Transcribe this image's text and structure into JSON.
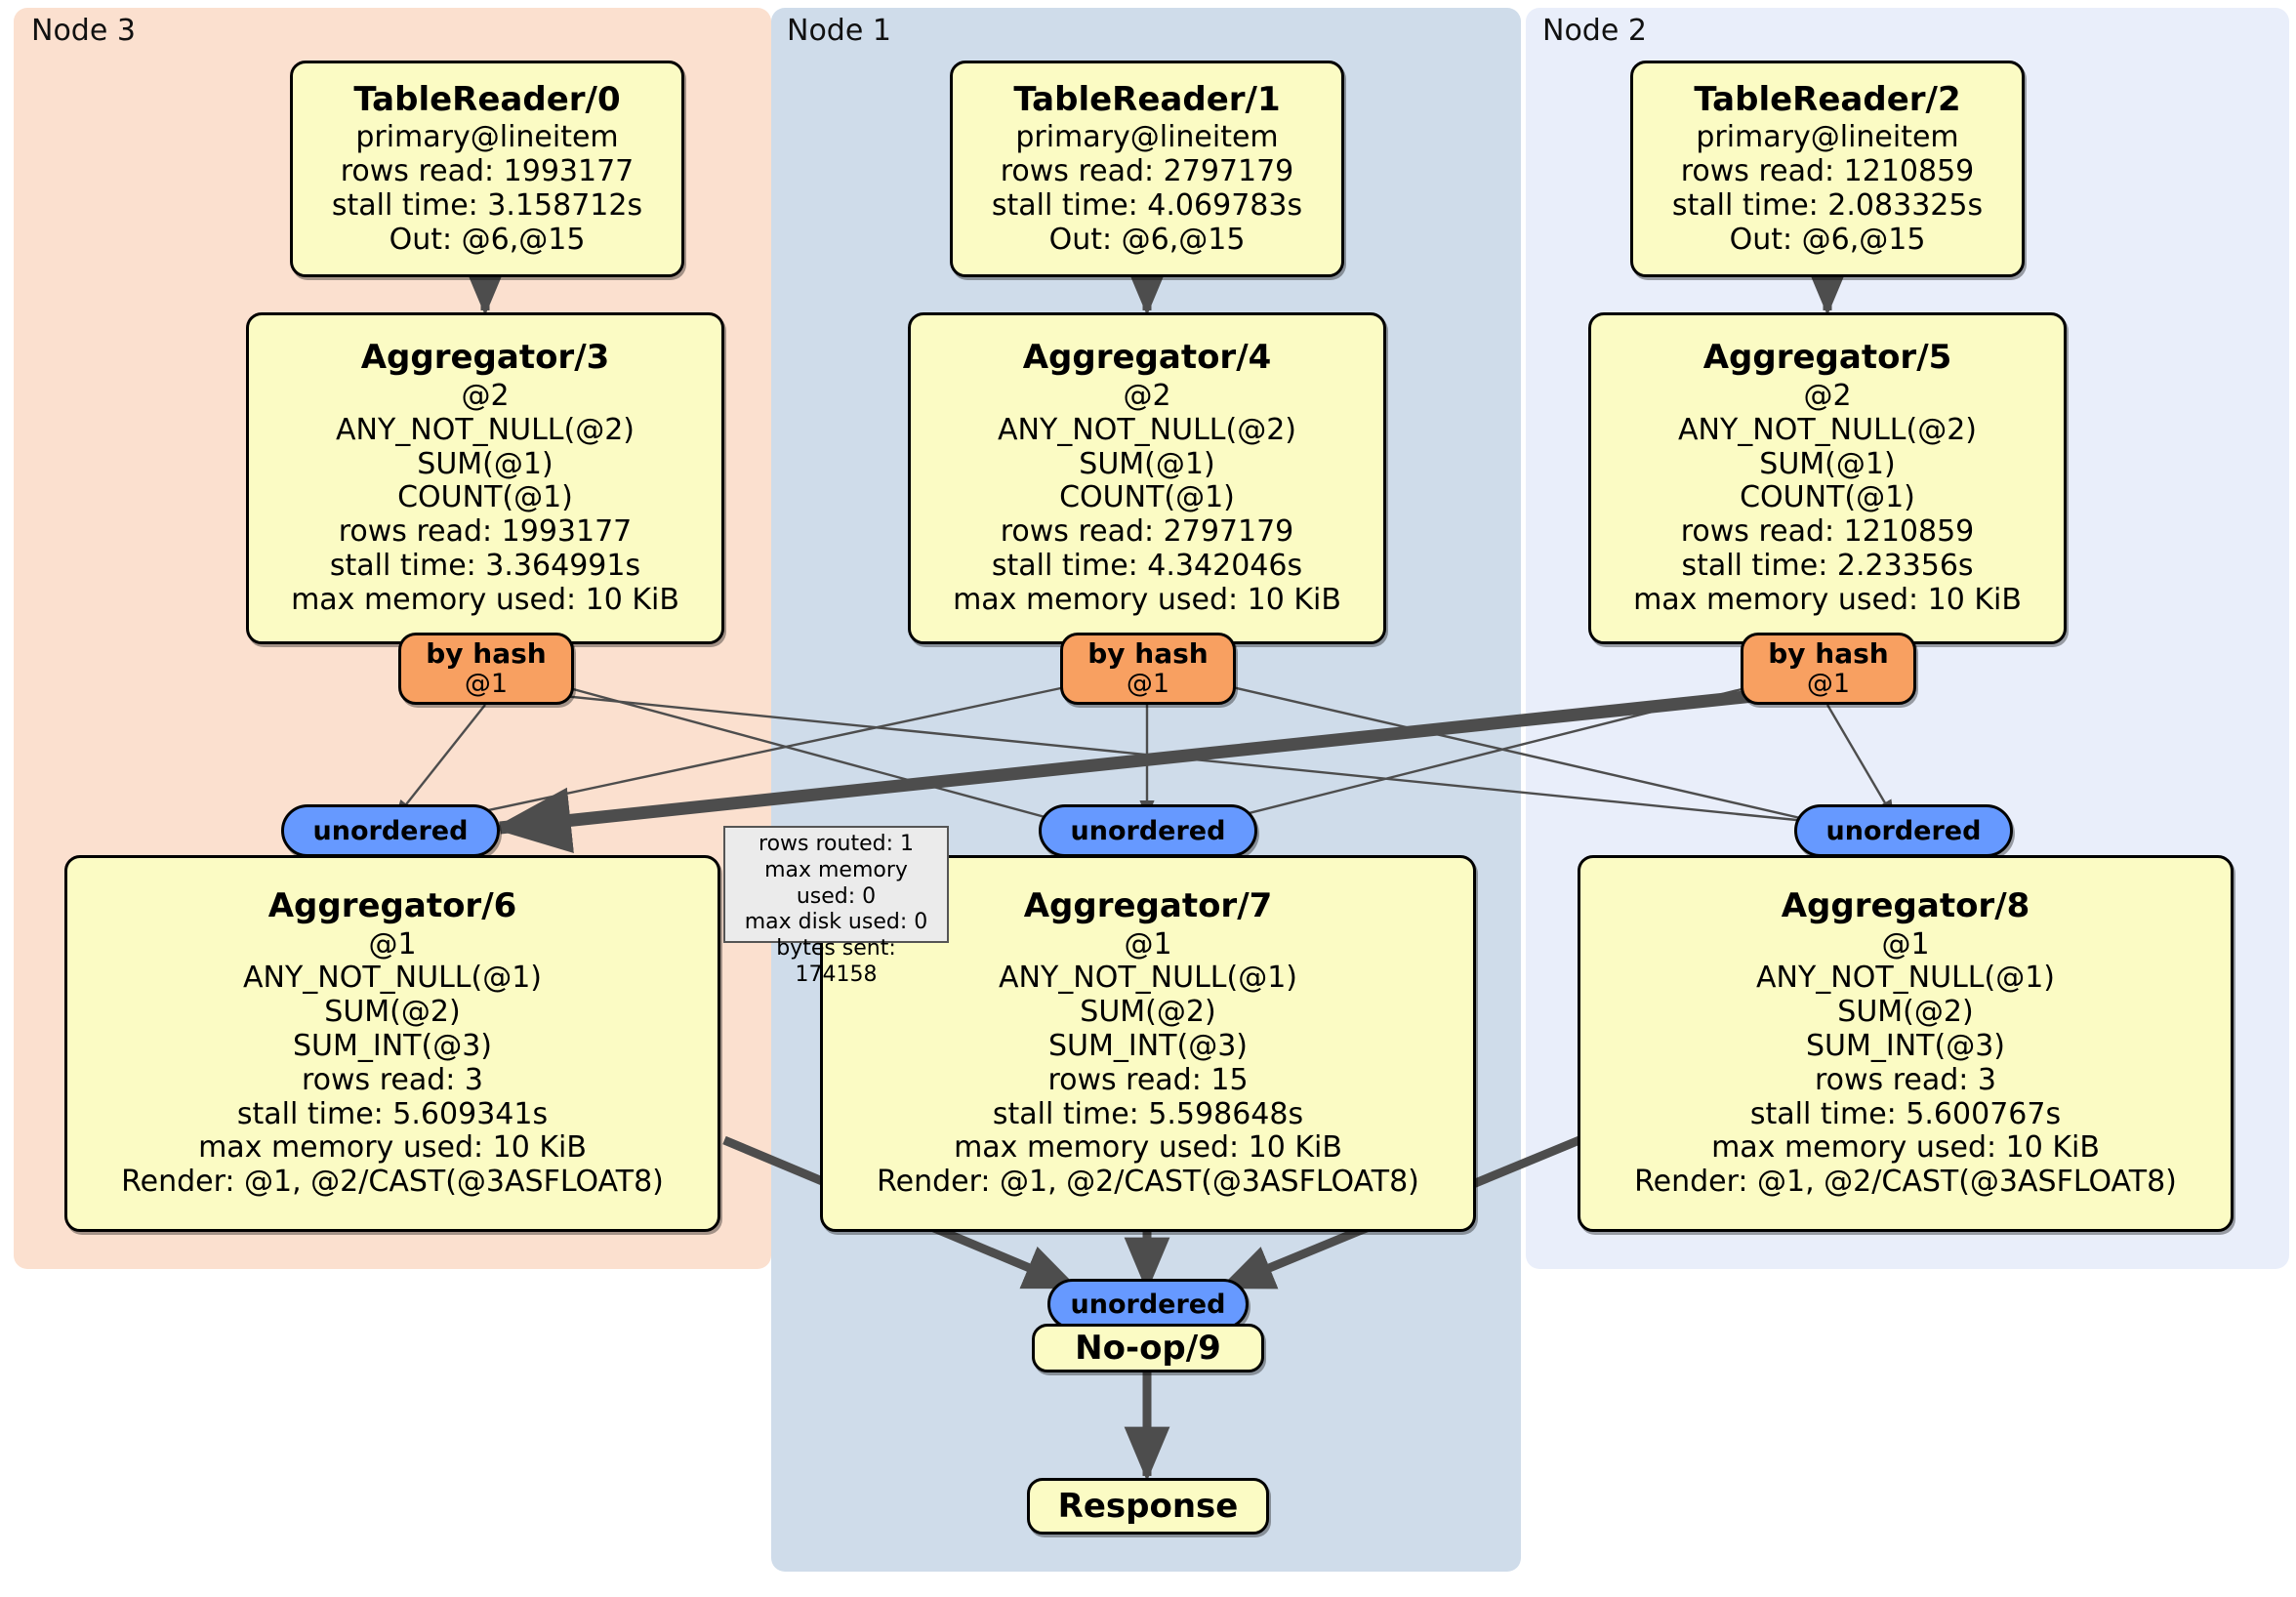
{
  "diagram": {
    "type": "distributed-query-execution-plan",
    "colors": {
      "node3_panel": "#fbe0cf",
      "node1_panel": "#cfdcea",
      "node2_panel": "#e9eefa",
      "processor_fill": "#fbfbc4",
      "router_fill": "#f8a061",
      "stream_fill": "#6699ff",
      "stats_fill": "#ebebeb",
      "edge": "#4d4d4d"
    }
  },
  "panels": [
    {
      "id": "node3",
      "label": "Node 3"
    },
    {
      "id": "node1",
      "label": "Node 1"
    },
    {
      "id": "node2",
      "label": "Node 2"
    }
  ],
  "processors": {
    "tablereader0": {
      "title": "TableReader/0",
      "lines": [
        "primary@lineitem",
        "rows read: 1993177",
        "stall time: 3.158712s",
        "Out: @6,@15"
      ]
    },
    "tablereader1": {
      "title": "TableReader/1",
      "lines": [
        "primary@lineitem",
        "rows read: 2797179",
        "stall time: 4.069783s",
        "Out: @6,@15"
      ]
    },
    "tablereader2": {
      "title": "TableReader/2",
      "lines": [
        "primary@lineitem",
        "rows read: 1210859",
        "stall time: 2.083325s",
        "Out: @6,@15"
      ]
    },
    "aggregator3": {
      "title": "Aggregator/3",
      "lines": [
        "@2",
        "ANY_NOT_NULL(@2)",
        "SUM(@1)",
        "COUNT(@1)",
        "rows read: 1993177",
        "stall time: 3.364991s",
        "max memory used: 10 KiB"
      ]
    },
    "aggregator4": {
      "title": "Aggregator/4",
      "lines": [
        "@2",
        "ANY_NOT_NULL(@2)",
        "SUM(@1)",
        "COUNT(@1)",
        "rows read: 2797179",
        "stall time: 4.342046s",
        "max memory used: 10 KiB"
      ]
    },
    "aggregator5": {
      "title": "Aggregator/5",
      "lines": [
        "@2",
        "ANY_NOT_NULL(@2)",
        "SUM(@1)",
        "COUNT(@1)",
        "rows read: 1210859",
        "stall time: 2.23356s",
        "max memory used: 10 KiB"
      ]
    },
    "aggregator6": {
      "title": "Aggregator/6",
      "lines": [
        "@1",
        "ANY_NOT_NULL(@1)",
        "SUM(@2)",
        "SUM_INT(@3)",
        "rows read: 3",
        "stall time: 5.609341s",
        "max memory used: 10 KiB",
        "Render: @1, @2/CAST(@3ASFLOAT8)"
      ]
    },
    "aggregator7": {
      "title": "Aggregator/7",
      "lines": [
        "@1",
        "ANY_NOT_NULL(@1)",
        "SUM(@2)",
        "SUM_INT(@3)",
        "rows read: 15",
        "stall time: 5.598648s",
        "max memory used: 10 KiB",
        "Render: @1, @2/CAST(@3ASFLOAT8)"
      ]
    },
    "aggregator8": {
      "title": "Aggregator/8",
      "lines": [
        "@1",
        "ANY_NOT_NULL(@1)",
        "SUM(@2)",
        "SUM_INT(@3)",
        "rows read: 3",
        "stall time: 5.600767s",
        "max memory used: 10 KiB",
        "Render: @1, @2/CAST(@3ASFLOAT8)"
      ]
    },
    "noop9": {
      "title": "No-op/9"
    },
    "response": {
      "title": "Response"
    }
  },
  "routers": [
    {
      "id": "byhash-left",
      "label": "by hash",
      "sub": "@1"
    },
    {
      "id": "byhash-mid",
      "label": "by hash",
      "sub": "@1"
    },
    {
      "id": "byhash-right",
      "label": "by hash",
      "sub": "@1"
    }
  ],
  "streams": [
    {
      "id": "unordered-left",
      "label": "unordered"
    },
    {
      "id": "unordered-mid",
      "label": "unordered"
    },
    {
      "id": "unordered-right",
      "label": "unordered"
    },
    {
      "id": "unordered-final",
      "label": "unordered"
    }
  ],
  "stats_box": {
    "lines": [
      "rows routed: 1",
      "max memory used: 0",
      "max disk used: 0",
      "bytes sent: 174158"
    ]
  }
}
